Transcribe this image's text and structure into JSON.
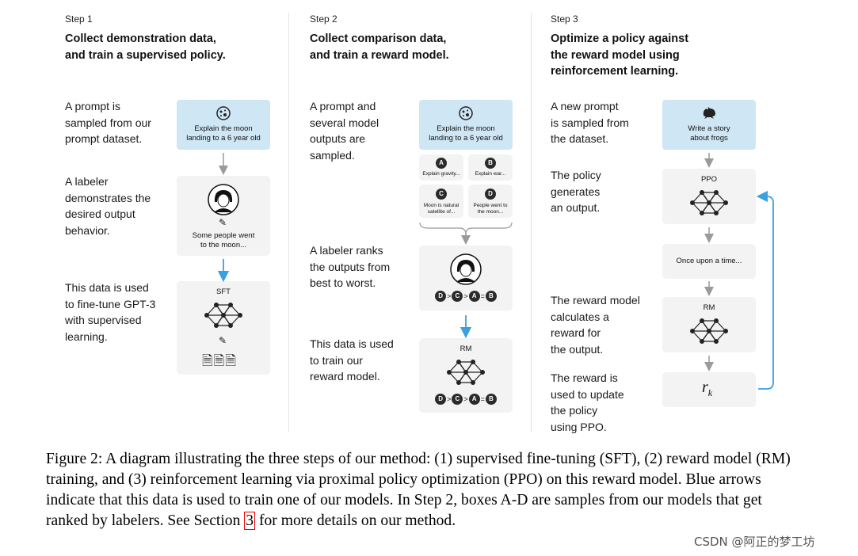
{
  "steps": [
    {
      "label": "Step 1",
      "heading": [
        "Collect demonstration data,",
        "and train a supervised policy."
      ],
      "descs": [
        [
          "A prompt is",
          "sampled from our",
          "prompt dataset."
        ],
        [
          "A labeler",
          "demonstrates the",
          "desired output",
          "behavior."
        ],
        [
          "This data is used",
          "to fine-tune GPT-3",
          "with supervised",
          "learning."
        ]
      ],
      "prompt_text": [
        "Explain the moon",
        "landing to a 6 year old"
      ],
      "labeler_text": [
        "Some people went",
        "to the moon..."
      ],
      "model_label": "SFT"
    },
    {
      "label": "Step 2",
      "heading": [
        "Collect comparison data,",
        "and train a reward model."
      ],
      "descs": [
        [
          "A prompt and",
          "several model",
          "outputs are",
          "sampled."
        ],
        [
          "A labeler ranks",
          "the outputs from",
          "best to worst."
        ],
        [
          "This data is used",
          "to train our",
          "reward model."
        ]
      ],
      "prompt_text": [
        "Explain the moon",
        "landing to a 6 year old"
      ],
      "samples": [
        {
          "letter": "A",
          "text": [
            "Explain gravity..."
          ]
        },
        {
          "letter": "B",
          "text": [
            "Explain war..."
          ]
        },
        {
          "letter": "C",
          "text": [
            "Moon is natural",
            "satellite of..."
          ]
        },
        {
          "letter": "D",
          "text": [
            "People went to",
            "the moon..."
          ]
        }
      ],
      "ranking": [
        "D",
        ">",
        "C",
        ">",
        "A",
        "=",
        "B"
      ],
      "model_label": "RM"
    },
    {
      "label": "Step 3",
      "heading": [
        "Optimize a policy against",
        "the reward model using",
        "reinforcement learning."
      ],
      "descs": [
        [
          "A new prompt",
          "is sampled from",
          "the dataset."
        ],
        [
          "The policy",
          "generates",
          "an output."
        ],
        [
          "The reward model",
          "calculates a",
          "reward for",
          "the output."
        ],
        [
          "The reward is",
          "used to update",
          "the policy",
          "using PPO."
        ]
      ],
      "prompt_text": [
        "Write a story",
        "about frogs"
      ],
      "policy_label": "PPO",
      "output_text": "Once upon a time...",
      "rm_label": "RM",
      "reward_symbol": "r",
      "reward_subscript": "k"
    }
  ],
  "caption": {
    "before_ref": "Figure 2: A diagram illustrating the three steps of our method: (1) supervised fine-tuning (SFT), (2) reward model (RM) training, and (3) reinforcement learning via proximal policy optimization (PPO) on this reward model. Blue arrows indicate that this data is used to train one of our models. In Step 2, boxes A-D are samples from our models that get ranked by labelers. See Section ",
    "ref": "3",
    "after_ref": " for more details on our method."
  },
  "watermark": "CSDN @阿正的梦工坊",
  "colors": {
    "blue_arrow": "#3aa0e0",
    "gray_arrow": "#9a9a9a",
    "box_bg": "#f3f3f3",
    "prompt_bg": "#cfe6f5"
  }
}
